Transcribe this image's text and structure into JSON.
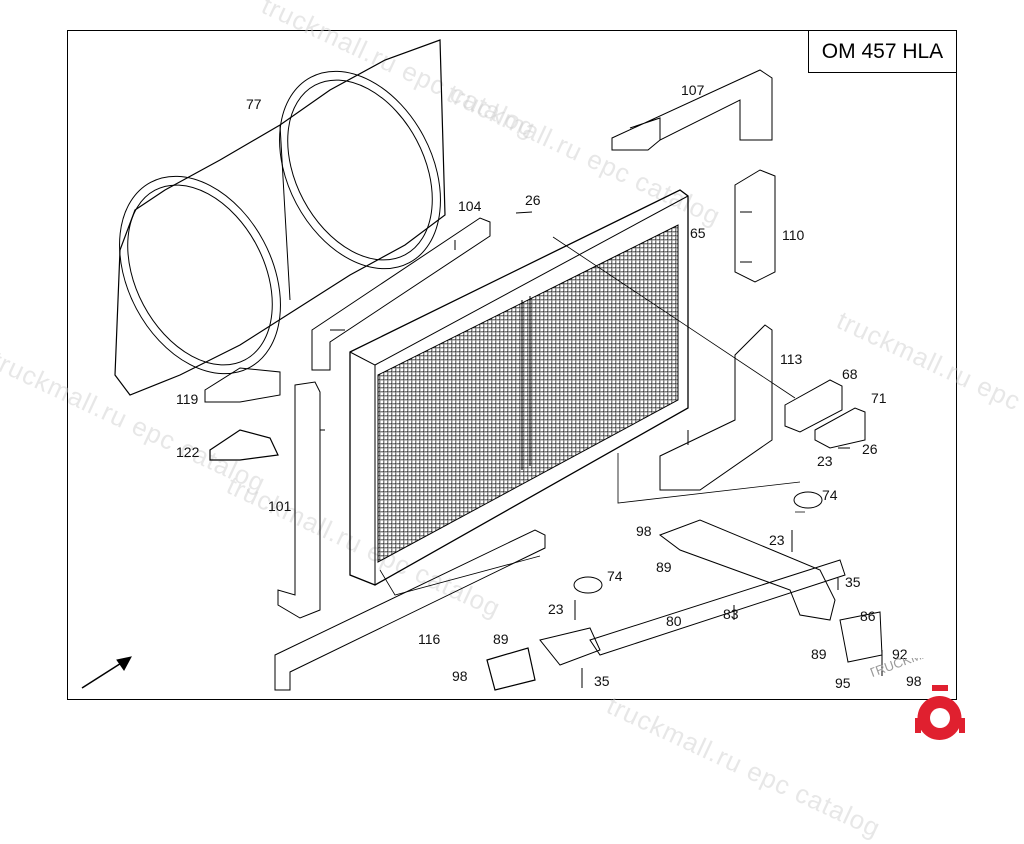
{
  "diagram": {
    "model_label": "OM 457 HLA",
    "watermark_text": "truckmall.ru epc catalog",
    "brand_text": "TRUCKMALLPARTS",
    "colors": {
      "line": "#000000",
      "watermark": "#cccccc",
      "brand": "#e0202f"
    },
    "callouts": {
      "c77": "77",
      "c107": "107",
      "c104": "104",
      "c26a": "26",
      "c65": "65",
      "c110": "110",
      "c113": "113",
      "c68": "68",
      "c71": "71",
      "c23a": "23",
      "c26b": "26",
      "c74a": "74",
      "c119": "119",
      "c122": "122",
      "c101": "101",
      "c98a": "98",
      "c23b": "23",
      "c89a": "89",
      "c35a": "35",
      "c74b": "74",
      "c83": "83",
      "c80": "80",
      "c86": "86",
      "c23c": "23",
      "c116": "116",
      "c89b": "89",
      "c89c": "89",
      "c92": "92",
      "c98b": "98",
      "c35b": "35",
      "c95": "95",
      "c98c": "98"
    }
  }
}
